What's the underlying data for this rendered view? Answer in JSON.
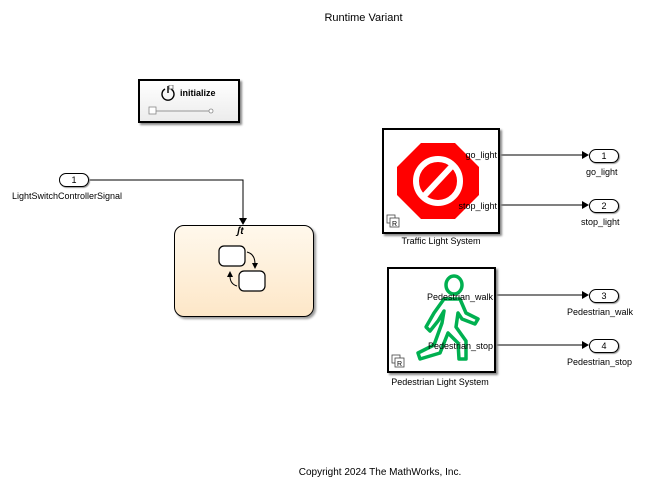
{
  "diagram": {
    "title": "Runtime Variant",
    "copyright": "Copyright 2024 The MathWorks, Inc."
  },
  "initialize_block": {
    "label": "initialize",
    "icon": "power-icon",
    "slider_value": 0
  },
  "inport": {
    "number": "1",
    "label": "LightSwitchControllerSignal"
  },
  "stateflow_chart": {
    "icon": "stateflow-trigger-icon",
    "trigger_glyph": "ʃt"
  },
  "traffic_light_system": {
    "caption": "Traffic Light System",
    "icon": "no-entry-stop-sign-icon",
    "ports": [
      "go_light",
      "stop_light"
    ],
    "badge": "R",
    "colors": {
      "sign": "#ff0000",
      "symbol": "#ffffff"
    }
  },
  "pedestrian_light_system": {
    "caption": "Pedestrian Light System",
    "icon": "walking-person-icon",
    "ports": [
      "Pedestrian_walk",
      "Pedestrian_stop"
    ],
    "badge": "R",
    "colors": {
      "figure": "#00b050"
    }
  },
  "outports": [
    {
      "number": "1",
      "label": "go_light"
    },
    {
      "number": "2",
      "label": "stop_light"
    },
    {
      "number": "3",
      "label": "Pedestrian_walk"
    },
    {
      "number": "4",
      "label": "Pedestrian_stop"
    }
  ]
}
